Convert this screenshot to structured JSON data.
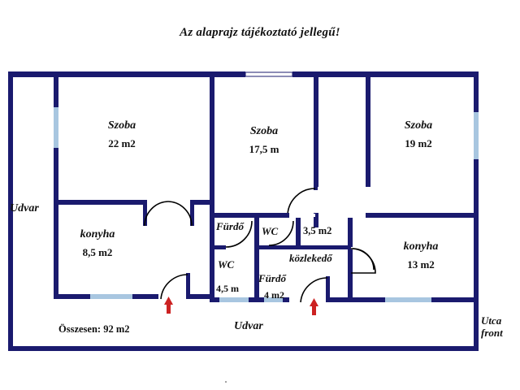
{
  "title": "Az alaprajz tájékoztató jellegű!",
  "colors": {
    "wall": "#1a1a6e",
    "window": "#a8c6e0",
    "door_arc": "#000000",
    "arrow": "#cc2222",
    "background": "#ffffff",
    "text": "#111111"
  },
  "rooms": [
    {
      "id": "szoba-22",
      "name": "Szoba",
      "area": "22 m2"
    },
    {
      "id": "szoba-17-5",
      "name": "Szoba",
      "area": "17,5 m"
    },
    {
      "id": "szoba-19",
      "name": "Szoba",
      "area": "19 m2"
    },
    {
      "id": "konyha-8-5",
      "name": "konyha",
      "area": "8,5 m2"
    },
    {
      "id": "konyha-13",
      "name": "konyha",
      "area": "13 m2"
    },
    {
      "id": "furdo-top",
      "name": "Fürdő",
      "area": ""
    },
    {
      "id": "wc-top",
      "name": "WC",
      "area": ""
    },
    {
      "id": "wc-4-5",
      "name": "WC",
      "area": "4,5 m"
    },
    {
      "id": "furdo-4",
      "name": "Fürdő",
      "area": "4 m2"
    },
    {
      "id": "kozlekedo",
      "name": "közlekedő",
      "area": ""
    },
    {
      "id": "area-3-5",
      "name": "",
      "area": "3,5 m2"
    }
  ],
  "outdoor": {
    "udvar_left": "Udvar",
    "udvar_bottom": "Udvar"
  },
  "summary": {
    "total": "Összesen: 92 m2"
  },
  "orientation": {
    "street_line1": "Utca",
    "street_line2": "front"
  }
}
